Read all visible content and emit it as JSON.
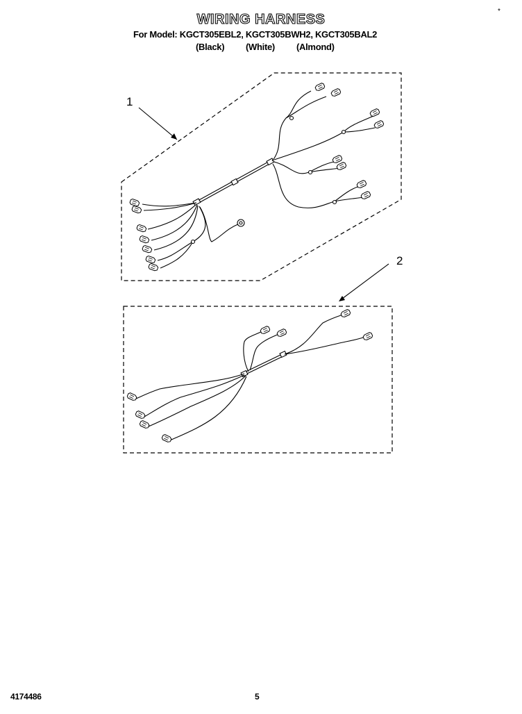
{
  "header": {
    "title": "WIRING HARNESS",
    "model_line": "For Model: KGCT305EBL2, KGCT305BWH2, KGCT305BAL2",
    "colors": [
      "(Black)",
      "(White)",
      "(Almond)"
    ]
  },
  "corner_mark": "*",
  "callouts": [
    {
      "number": "1"
    },
    {
      "number": "2"
    }
  ],
  "footer": {
    "part_number": "4174486",
    "page_number": "5"
  }
}
